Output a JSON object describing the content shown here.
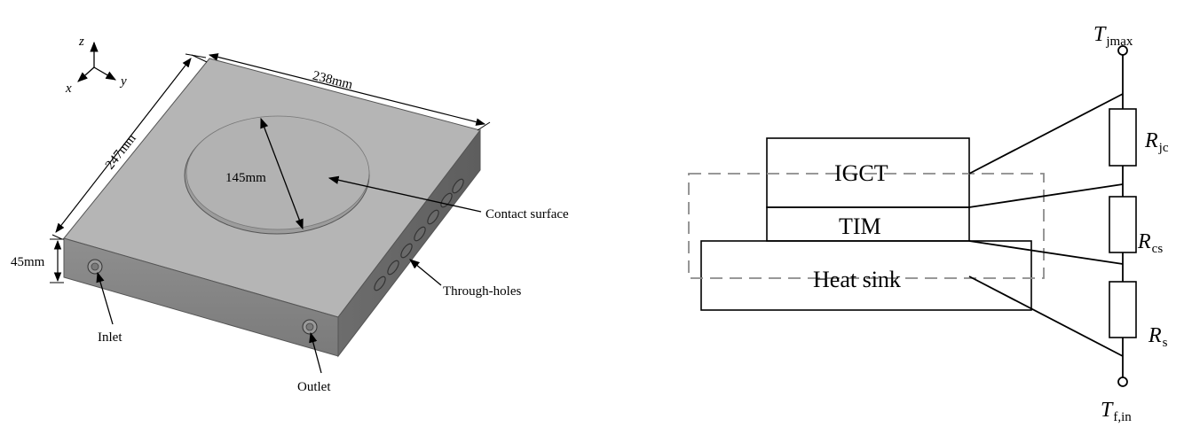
{
  "heat_sink_model": {
    "axes": {
      "z": "z",
      "y": "y",
      "x": "x"
    },
    "dimensions": {
      "length": "238mm",
      "width": "247mm",
      "height": "45mm",
      "diameter": "145mm"
    },
    "labels": {
      "contact_surface": "Contact surface",
      "through_holes": "Through-holes",
      "inlet": "Inlet",
      "outlet": "Outlet"
    }
  },
  "thermal_network": {
    "stack": {
      "igct": "IGCT",
      "tim": "TIM",
      "heat_sink": "Heat sink"
    },
    "nodes": {
      "top_symbol": "T",
      "top_sub": "jmax",
      "bottom_symbol": "T",
      "bottom_sub": "f,in"
    },
    "resistors": [
      {
        "symbol": "R",
        "sub": "jc"
      },
      {
        "symbol": "R",
        "sub": "cs"
      },
      {
        "symbol": "R",
        "sub": "s"
      }
    ]
  }
}
